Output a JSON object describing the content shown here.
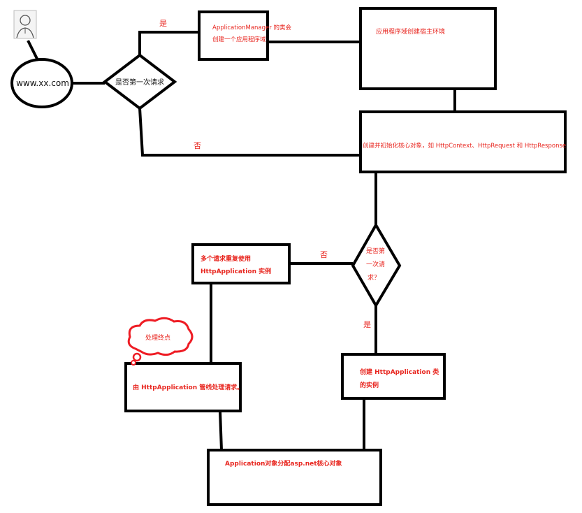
{
  "colors": {
    "stroke": "#000000",
    "label": "#e8261f",
    "cloud": "#ee1c24"
  },
  "icons": {
    "user": "user-avatar-icon"
  },
  "nodes": {
    "client": "www.xx.com",
    "first_request": "是否第一次请求",
    "app_manager_line1": "ApplicationManager 的类会",
    "app_manager_line2": "创建一个应用程序域",
    "host_env": "应用程序域创建宿主环境",
    "core_objects": "创建并初始化核心对象，如 HttpContext、HttpRequest 和 HttpResponse",
    "first_request2_line1": "是否第",
    "first_request2_line2": "一次请",
    "first_request2_line3": "求？",
    "reuse_line1": "多个请求重复使用",
    "reuse_line2": "HttpApplication 实例",
    "create_app_line1": "创建 HttpApplication 类",
    "create_app_line2": "的实例",
    "pipeline": "由 HttpApplication 管线处理请求。",
    "core_assign": "Application对象分配asp.net核心对象",
    "end_cloud": "处理终点"
  },
  "edges": {
    "yes1": "是",
    "no1": "否",
    "no2": "否",
    "yes2": "是"
  }
}
